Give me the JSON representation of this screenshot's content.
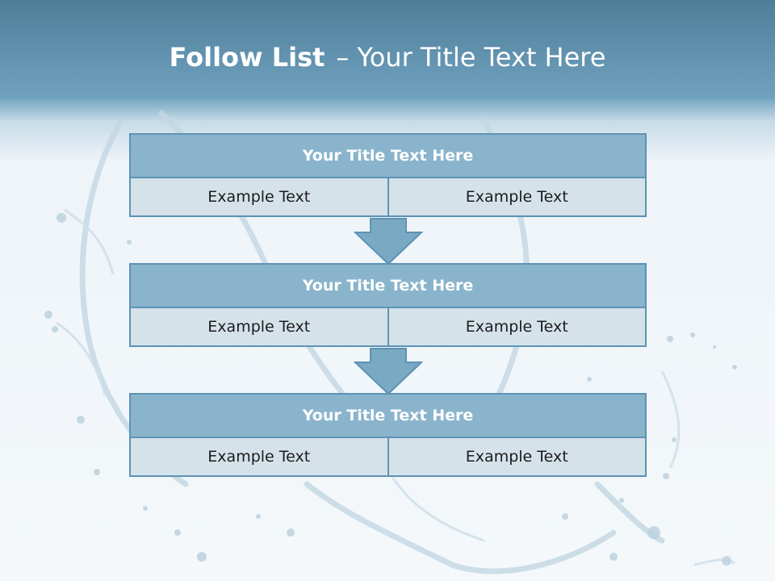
{
  "header": {
    "title_bold": "Follow List",
    "title_sep": "–",
    "title_rest": "Your Title Text Here"
  },
  "blocks": [
    {
      "title": "Your Title Text Here",
      "cells": [
        "Example Text",
        "Example Text"
      ]
    },
    {
      "title": "Your Title Text Here",
      "cells": [
        "Example Text",
        "Example Text"
      ]
    },
    {
      "title": "Your Title Text Here",
      "cells": [
        "Example Text",
        "Example Text"
      ]
    }
  ],
  "colors": {
    "header_top": "#4f7e98",
    "title_bar": "#8ab4cc",
    "border": "#5d93b5",
    "cell": "#d5e2ea",
    "arrow": "#7aa9c4"
  }
}
